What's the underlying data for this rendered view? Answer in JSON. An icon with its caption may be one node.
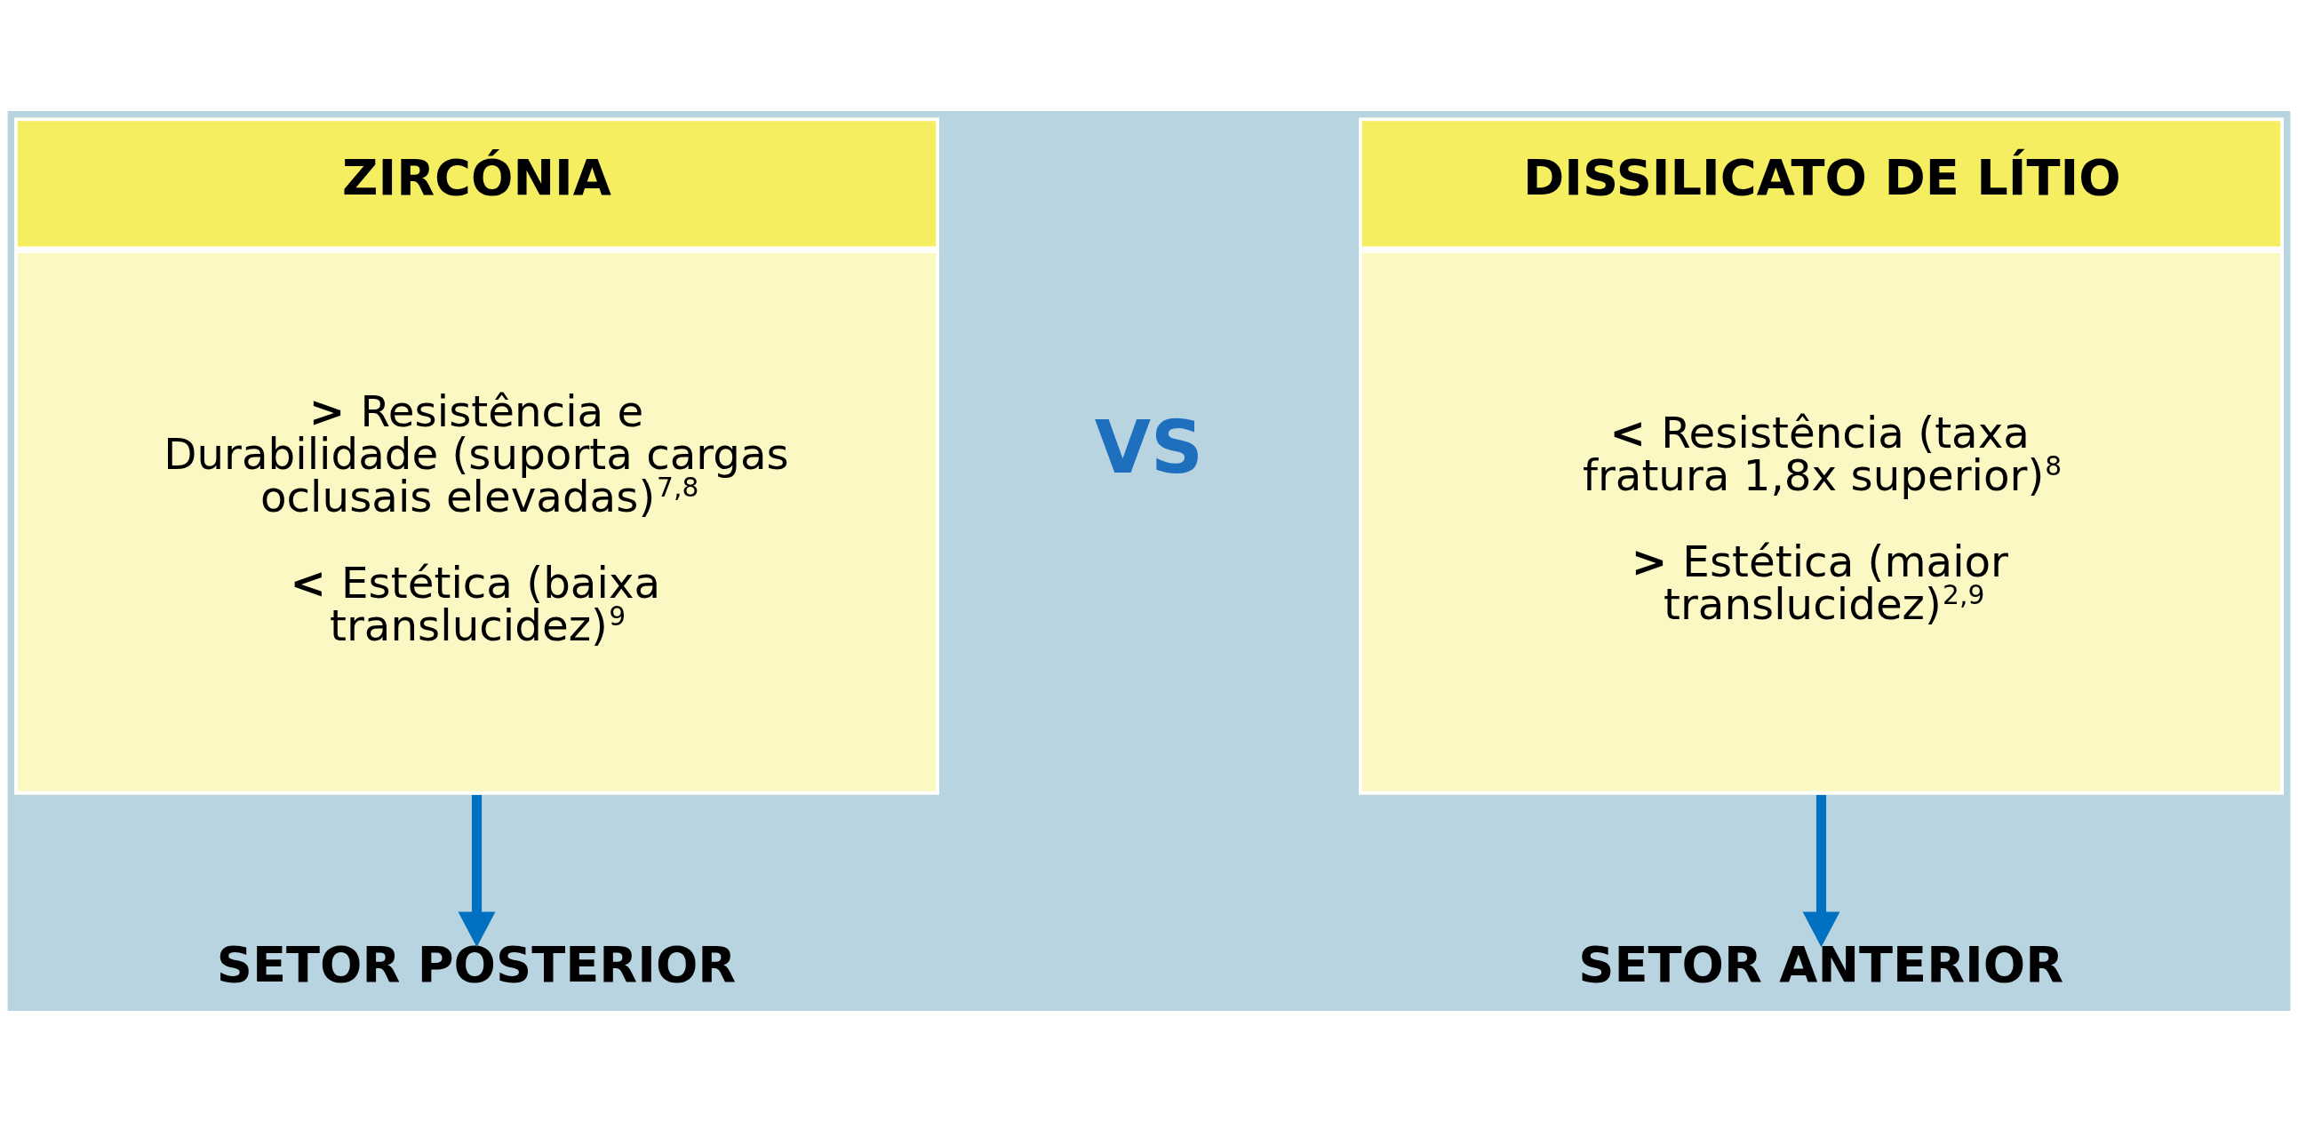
{
  "diagram": {
    "nodes": [
      {
        "text": [
          "ZIRCÓNIA",
          "**>** Resistência e Durabilidade (suporta cargas oclusais elevadas)$^{7,8}$",
          "**<** Estética (baixa translucidez)$^{9}$"
        ]
      },
      {
        "text": [
          "SETOR POSTERIOR"
        ]
      },
      {
        "text": [
          "DISSILICATO DE LÍTIO",
          "**<** Resistência (taxa fratura 1,8x superior)$^{8}$",
          "**>** Estética (maior translucidez)$^{2,9}$"
        ]
      },
      {
        "text": [
          "SETOR ANTERIOR"
        ]
      }
    ],
    "edges": [
      {
        "from": 0,
        "to": 1,
        "arrow": "to"
      },
      {
        "from": 2,
        "to": 3,
        "arrow": "to"
      }
    ],
    "labels": [
      "VS"
    ]
  }
}
